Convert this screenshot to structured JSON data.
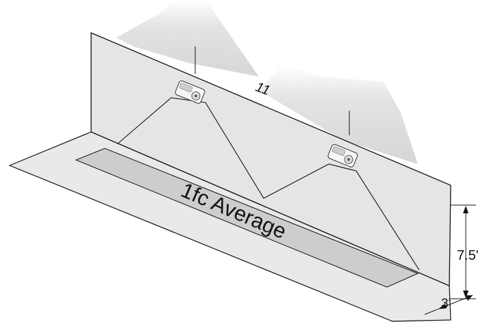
{
  "diagram": {
    "average_label": "1fc Average",
    "partial_spacing_label": "11",
    "mounting_height_label": "7.5'",
    "offset_label": "3'"
  },
  "colors": {
    "wall": "#e5e5e5",
    "floor": "#e9e9e9",
    "target_area": "#cdcdcd",
    "light_wash": "#d9d9d9",
    "stroke": "#111111"
  },
  "icons": {
    "fixture": "wall-mounted-light-fixture"
  }
}
